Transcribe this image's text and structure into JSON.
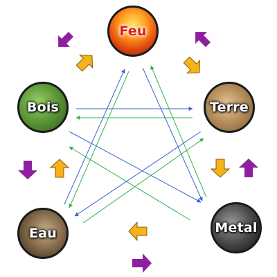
{
  "elements": {
    "feu": "Feu",
    "bois": "Bois",
    "terre": "Terre",
    "eau": "Eau",
    "metal": "Metal"
  },
  "colors": {
    "generation_arrow": "#f5b21b",
    "generation_arrow_outline": "#8a5a00",
    "control_arrow": "#8e1fa0",
    "blue_line": "#3a62c9",
    "green_line": "#2fb24d",
    "feu_text": "#d81e1e"
  }
}
